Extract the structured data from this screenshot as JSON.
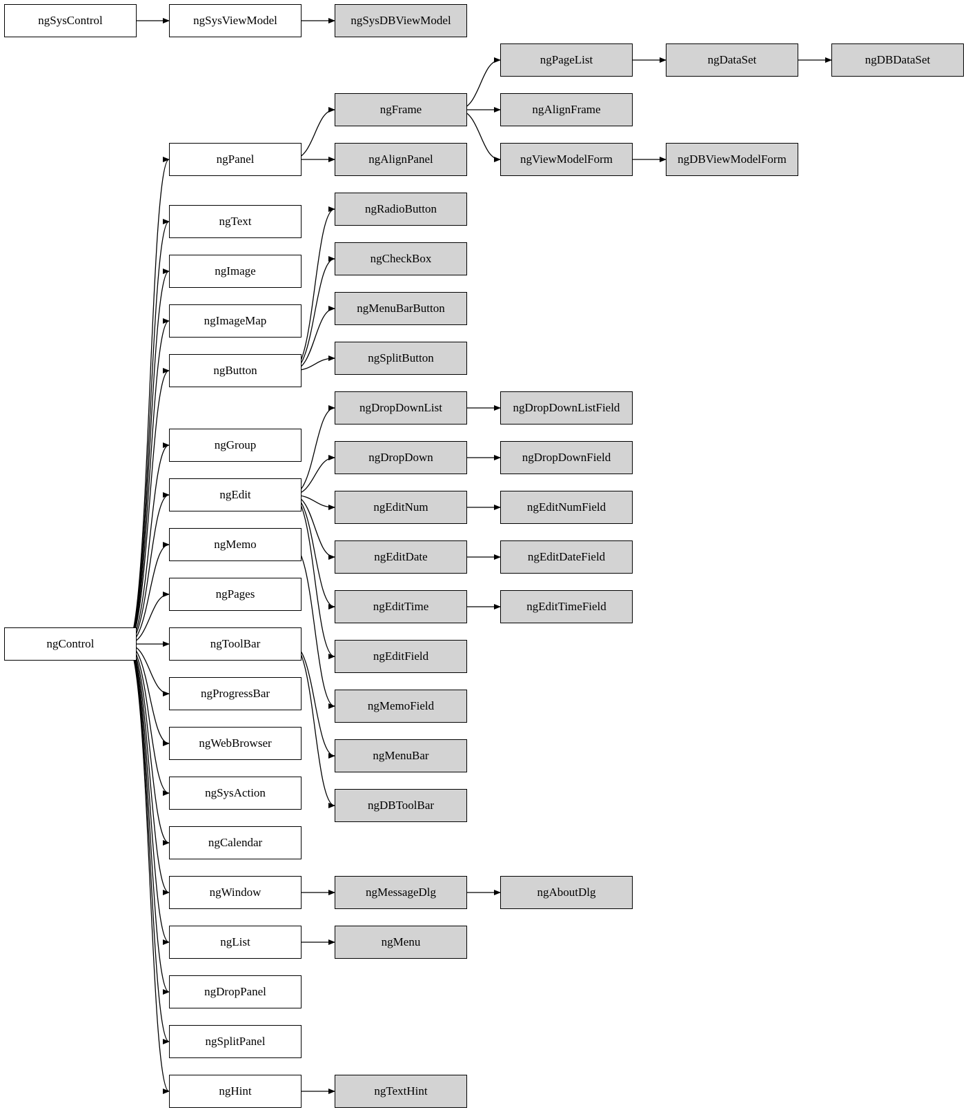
{
  "colors": {
    "base_fill": "#ffffff",
    "derived_fill": "#d3d3d3",
    "stroke": "#000000"
  },
  "nodes": {
    "ngSysControl": "ngSysControl",
    "ngSysViewModel": "ngSysViewModel",
    "ngSysDBViewModel": "ngSysDBViewModel",
    "ngPageList": "ngPageList",
    "ngDataSet": "ngDataSet",
    "ngDBDataSet": "ngDBDataSet",
    "ngFrame": "ngFrame",
    "ngAlignFrame": "ngAlignFrame",
    "ngPanel": "ngPanel",
    "ngAlignPanel": "ngAlignPanel",
    "ngViewModelForm": "ngViewModelForm",
    "ngDBViewModelForm": "ngDBViewModelForm",
    "ngRadioButton": "ngRadioButton",
    "ngText": "ngText",
    "ngCheckBox": "ngCheckBox",
    "ngImage": "ngImage",
    "ngMenuBarButton": "ngMenuBarButton",
    "ngImageMap": "ngImageMap",
    "ngSplitButton": "ngSplitButton",
    "ngButton": "ngButton",
    "ngDropDownList": "ngDropDownList",
    "ngDropDownListField": "ngDropDownListField",
    "ngGroup": "ngGroup",
    "ngDropDown": "ngDropDown",
    "ngDropDownField": "ngDropDownField",
    "ngEdit": "ngEdit",
    "ngEditNum": "ngEditNum",
    "ngEditNumField": "ngEditNumField",
    "ngMemo": "ngMemo",
    "ngEditDate": "ngEditDate",
    "ngEditDateField": "ngEditDateField",
    "ngPages": "ngPages",
    "ngEditTime": "ngEditTime",
    "ngEditTimeField": "ngEditTimeField",
    "ngControl": "ngControl",
    "ngToolBar": "ngToolBar",
    "ngEditField": "ngEditField",
    "ngProgressBar": "ngProgressBar",
    "ngMemoField": "ngMemoField",
    "ngWebBrowser": "ngWebBrowser",
    "ngMenuBar": "ngMenuBar",
    "ngSysAction": "ngSysAction",
    "ngDBToolBar": "ngDBToolBar",
    "ngCalendar": "ngCalendar",
    "ngWindow": "ngWindow",
    "ngMessageDlg": "ngMessageDlg",
    "ngAboutDlg": "ngAboutDlg",
    "ngList": "ngList",
    "ngMenu": "ngMenu",
    "ngDropPanel": "ngDropPanel",
    "ngSplitPanel": "ngSplitPanel",
    "ngHint": "ngHint",
    "ngTextHint": "ngTextHint"
  },
  "edges": [
    [
      "ngSysControl",
      "ngSysViewModel"
    ],
    [
      "ngSysViewModel",
      "ngSysDBViewModel"
    ],
    [
      "ngPageList",
      "ngDataSet"
    ],
    [
      "ngDataSet",
      "ngDBDataSet"
    ],
    [
      "ngFrame",
      "ngPageList"
    ],
    [
      "ngFrame",
      "ngAlignFrame"
    ],
    [
      "ngFrame",
      "ngViewModelForm"
    ],
    [
      "ngViewModelForm",
      "ngDBViewModelForm"
    ],
    [
      "ngPanel",
      "ngFrame"
    ],
    [
      "ngPanel",
      "ngAlignPanel"
    ],
    [
      "ngButton",
      "ngRadioButton"
    ],
    [
      "ngButton",
      "ngCheckBox"
    ],
    [
      "ngButton",
      "ngMenuBarButton"
    ],
    [
      "ngButton",
      "ngSplitButton"
    ],
    [
      "ngDropDownList",
      "ngDropDownListField"
    ],
    [
      "ngDropDown",
      "ngDropDownField"
    ],
    [
      "ngEditNum",
      "ngEditNumField"
    ],
    [
      "ngEditDate",
      "ngEditDateField"
    ],
    [
      "ngEditTime",
      "ngEditTimeField"
    ],
    [
      "ngEdit",
      "ngDropDownList"
    ],
    [
      "ngEdit",
      "ngDropDown"
    ],
    [
      "ngEdit",
      "ngEditNum"
    ],
    [
      "ngEdit",
      "ngEditDate"
    ],
    [
      "ngEdit",
      "ngEditTime"
    ],
    [
      "ngEdit",
      "ngEditField"
    ],
    [
      "ngMemo",
      "ngMemoField"
    ],
    [
      "ngToolBar",
      "ngMenuBar"
    ],
    [
      "ngToolBar",
      "ngDBToolBar"
    ],
    [
      "ngWindow",
      "ngMessageDlg"
    ],
    [
      "ngMessageDlg",
      "ngAboutDlg"
    ],
    [
      "ngList",
      "ngMenu"
    ],
    [
      "ngHint",
      "ngTextHint"
    ],
    [
      "ngControl",
      "ngPanel"
    ],
    [
      "ngControl",
      "ngText"
    ],
    [
      "ngControl",
      "ngImage"
    ],
    [
      "ngControl",
      "ngImageMap"
    ],
    [
      "ngControl",
      "ngButton"
    ],
    [
      "ngControl",
      "ngGroup"
    ],
    [
      "ngControl",
      "ngEdit"
    ],
    [
      "ngControl",
      "ngMemo"
    ],
    [
      "ngControl",
      "ngPages"
    ],
    [
      "ngControl",
      "ngToolBar"
    ],
    [
      "ngControl",
      "ngProgressBar"
    ],
    [
      "ngControl",
      "ngWebBrowser"
    ],
    [
      "ngControl",
      "ngSysAction"
    ],
    [
      "ngControl",
      "ngCalendar"
    ],
    [
      "ngControl",
      "ngWindow"
    ],
    [
      "ngControl",
      "ngList"
    ],
    [
      "ngControl",
      "ngDropPanel"
    ],
    [
      "ngControl",
      "ngSplitPanel"
    ],
    [
      "ngControl",
      "ngHint"
    ]
  ]
}
